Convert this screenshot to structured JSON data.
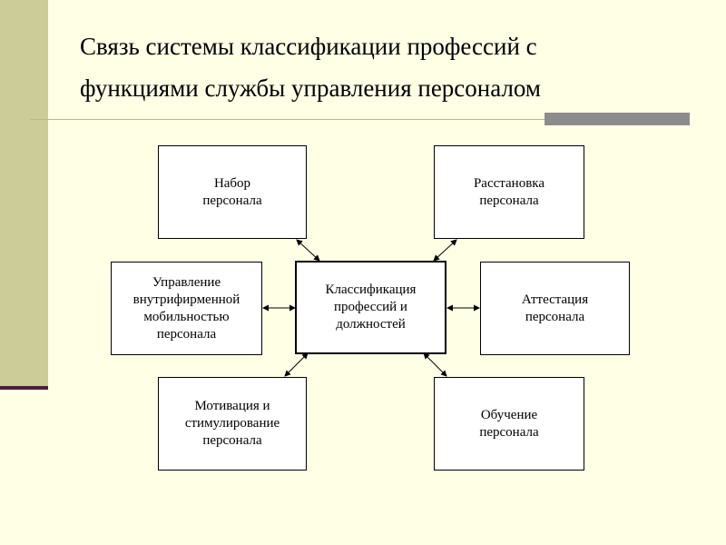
{
  "slide": {
    "title_line1": "Связь системы классификации профессий с",
    "title_line2": "функциями службы управления персоналом"
  },
  "diagram": {
    "center": {
      "line1": "Классификация",
      "line2": "профессий и",
      "line3": "должностей"
    },
    "nodes": {
      "recruitment": {
        "line1": "Набор",
        "line2": "персонала"
      },
      "placement": {
        "line1": "Расстановка",
        "line2": "персонала"
      },
      "mobility": {
        "line1": "Управление",
        "line2": "внутрифирменной",
        "line3": "мобильностью",
        "line4": "персонала"
      },
      "attestation": {
        "line1": "Аттестация",
        "line2": "персонала"
      },
      "motivation": {
        "line1": "Мотивация и",
        "line2": "стимулирование",
        "line3": "персонала"
      },
      "training": {
        "line1": "Обучение",
        "line2": "персонала"
      }
    }
  },
  "colors": {
    "background": "#FFFFE6",
    "side_bar": "#CCCC99",
    "side_bar_accent": "#4A1F3E",
    "title_block": "#8C8C8C"
  }
}
